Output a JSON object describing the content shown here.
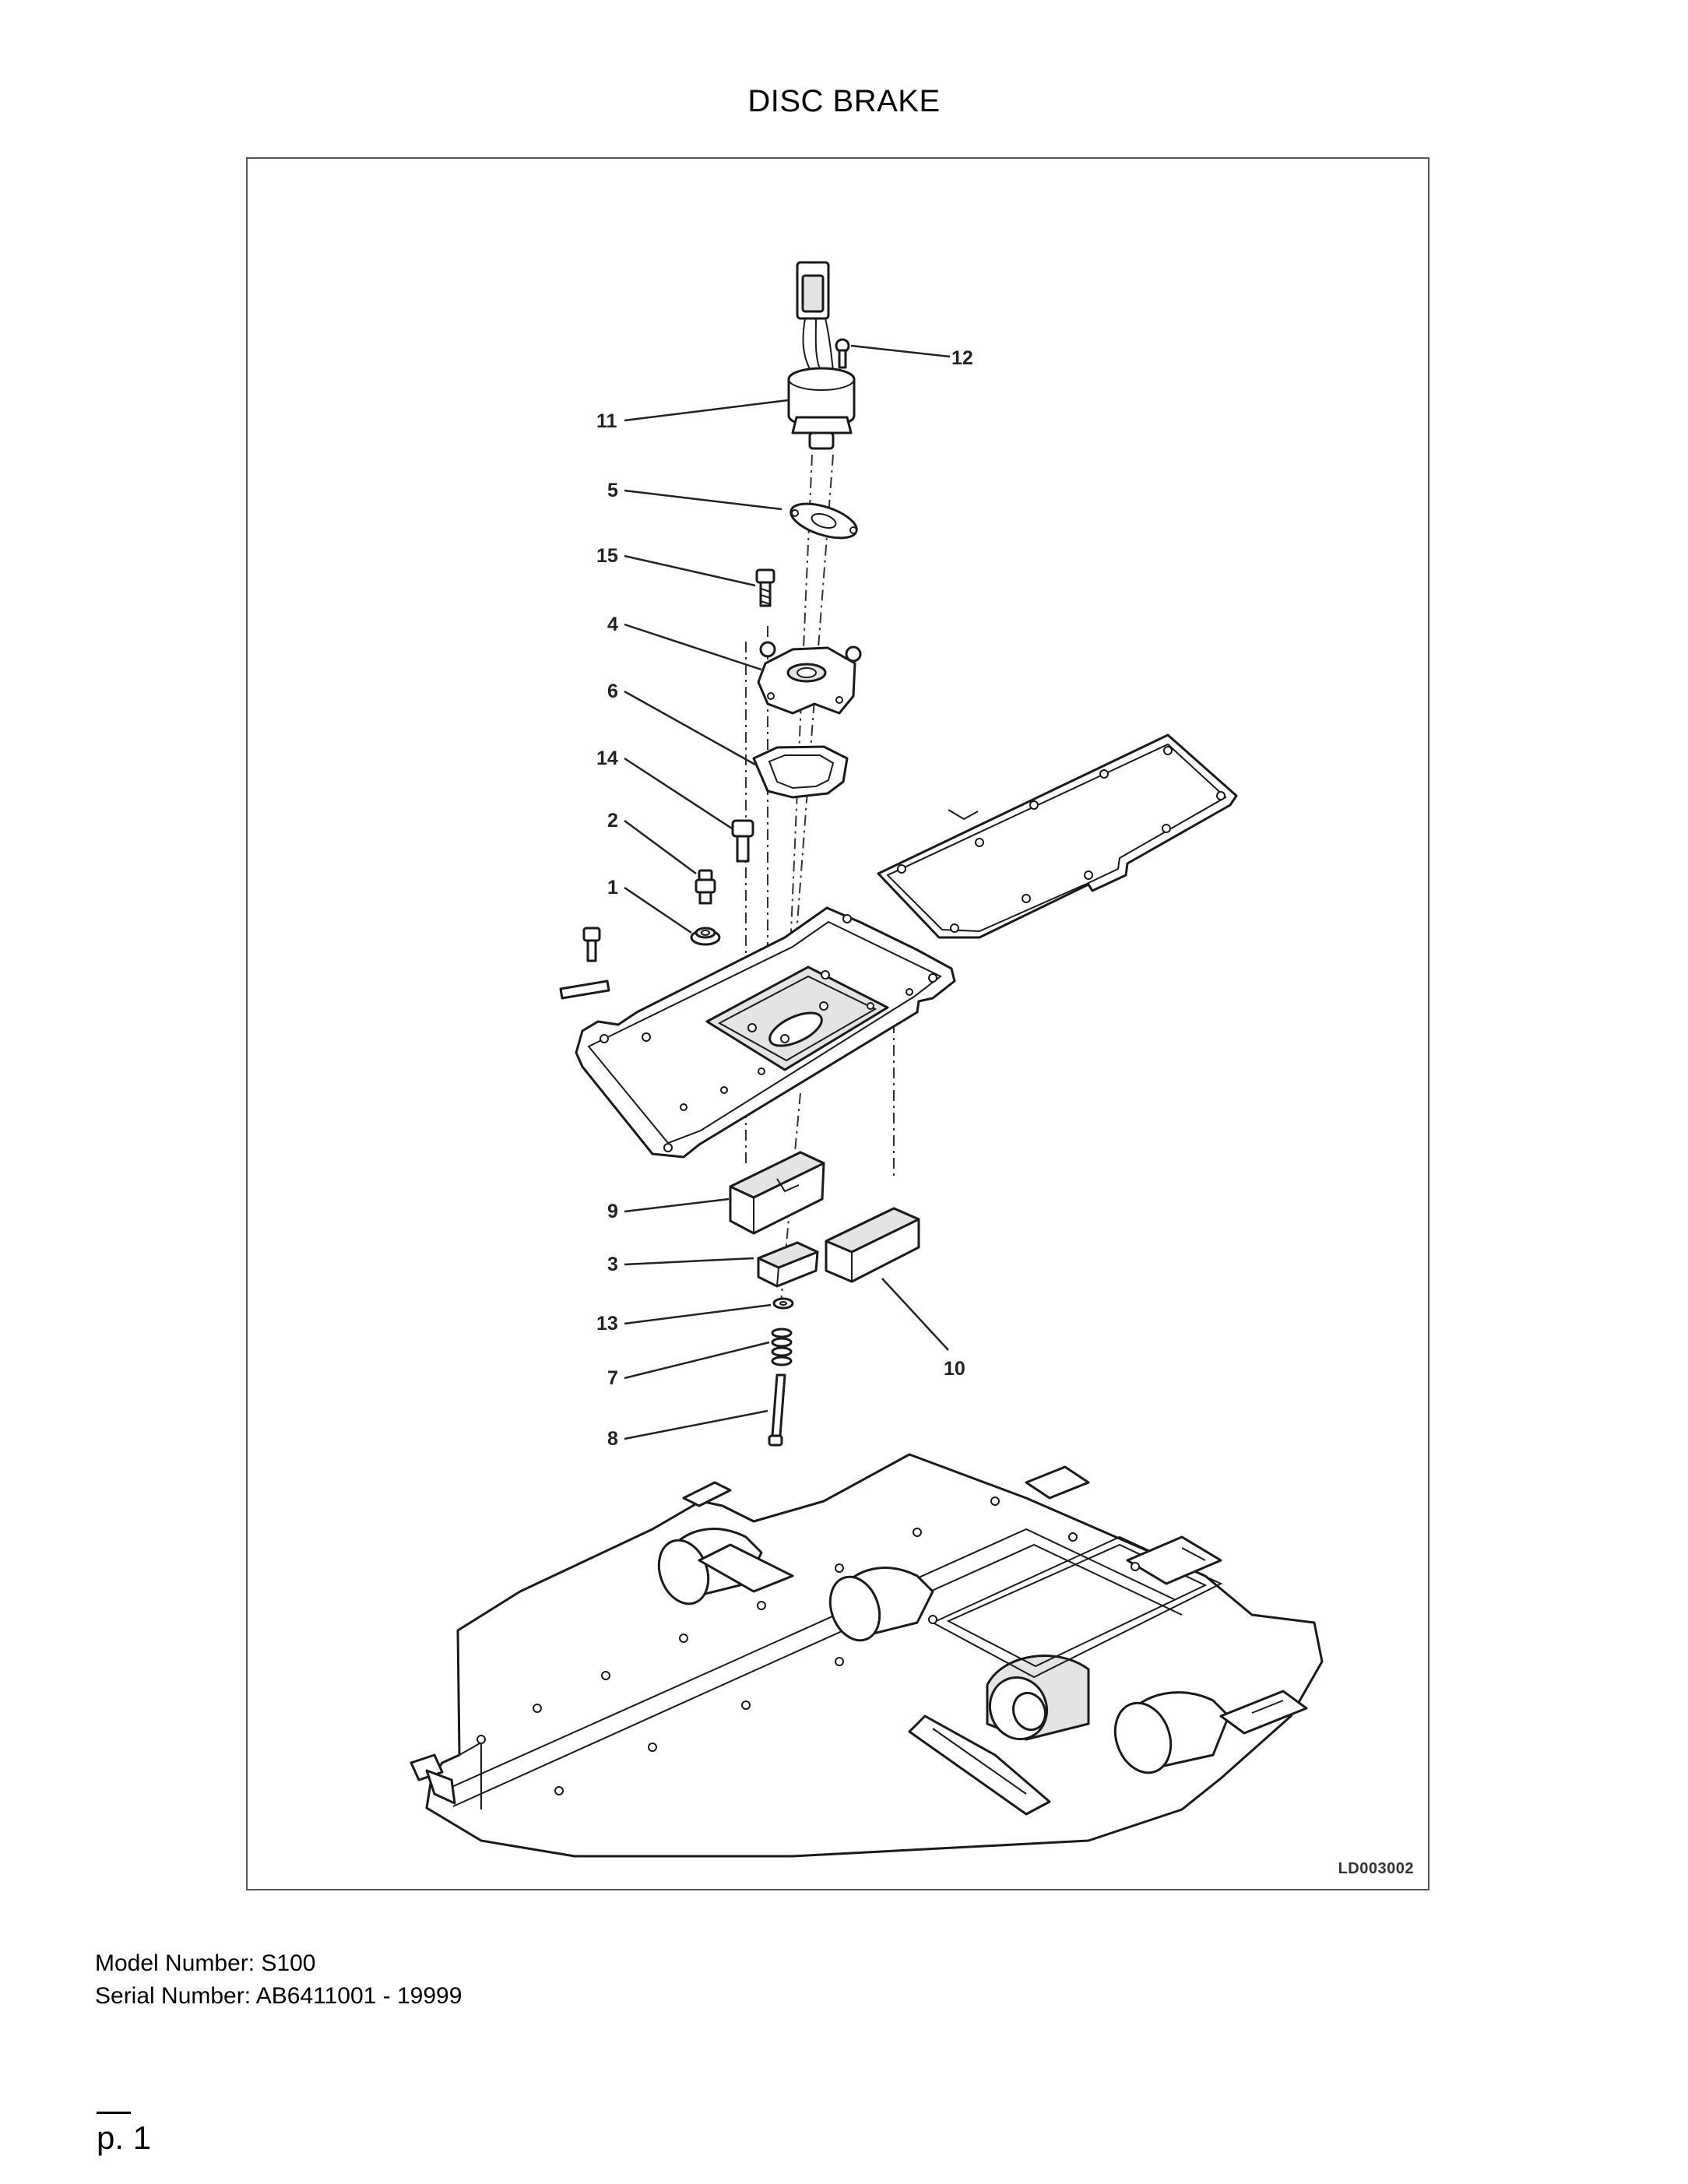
{
  "page": {
    "title": "DISC BRAKE",
    "reference_code": "LD003002",
    "model_line": "Model Number: S100",
    "serial_line": "Serial Number: AB6411001 - 19999",
    "page_number": "p. 1"
  },
  "callouts": {
    "c1": "1",
    "c2": "2",
    "c3": "3",
    "c4": "4",
    "c5": "5",
    "c6": "6",
    "c7": "7",
    "c8": "8",
    "c9": "9",
    "c10": "10",
    "c11": "11",
    "c12": "12",
    "c13": "13",
    "c14": "14",
    "c15": "15"
  }
}
